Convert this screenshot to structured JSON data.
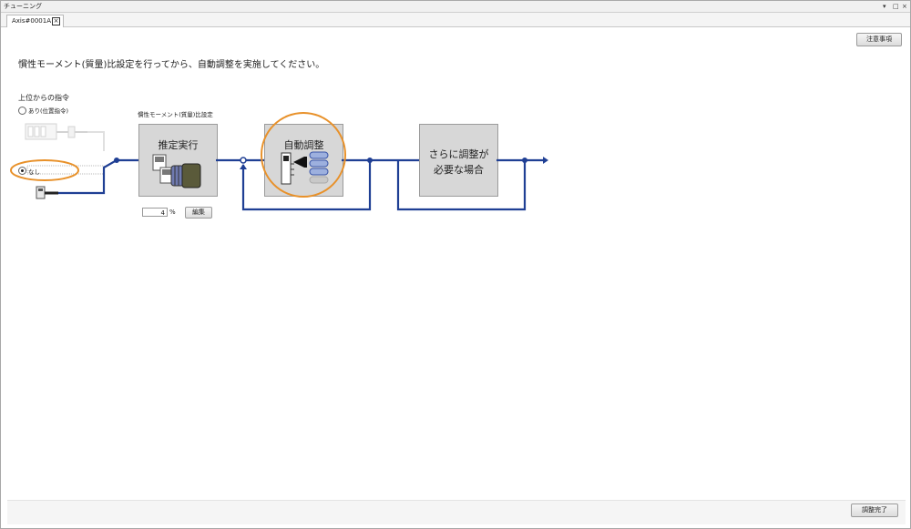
{
  "window": {
    "title": "チューニング",
    "controls": [
      "▾",
      "□",
      "×"
    ]
  },
  "tab": {
    "label": "Axis#0001A",
    "close": "×"
  },
  "buttons": {
    "notes": "注意事項",
    "complete": "調整完了",
    "edit": "編集"
  },
  "instruction": "慣性モーメント(質量)比設定を行ってから、自動調整を実施してください。",
  "command_section": {
    "title": "上位からの指令",
    "options": [
      {
        "label": "あり(位置指令)",
        "selected": false
      },
      {
        "label": "なし",
        "selected": true
      }
    ]
  },
  "inertia": {
    "label": "慣性モーメント(質量)比設定",
    "block_label": "推定実行",
    "value": "4",
    "unit": "%"
  },
  "auto_tuning": {
    "block_label": "自動調整"
  },
  "further": {
    "line1": "さらに調整が",
    "line2": "必要な場合"
  },
  "colors": {
    "flow_line": "#1f3f94",
    "highlight": "#e8912a",
    "block": "#d7d7d7"
  }
}
